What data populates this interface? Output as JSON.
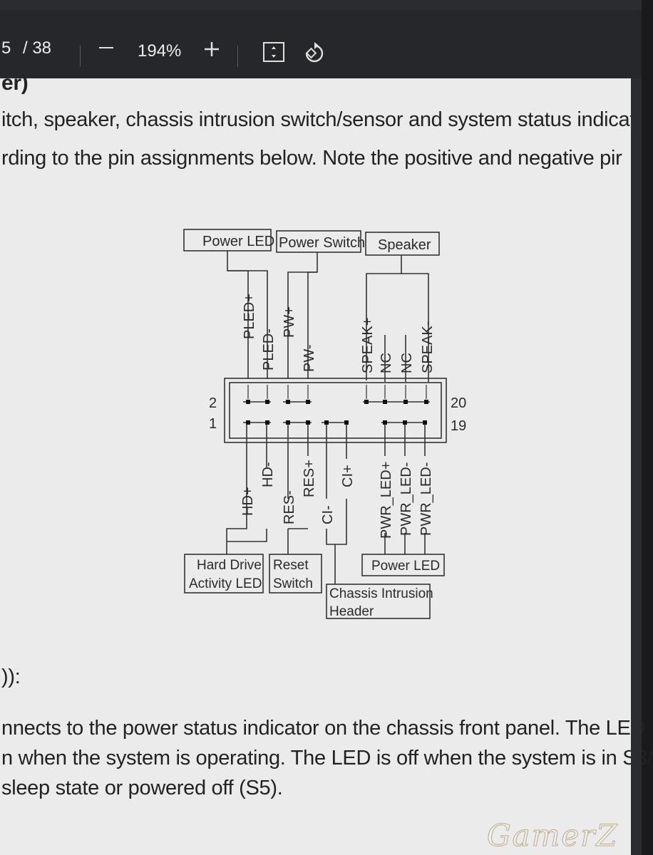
{
  "viewer": {
    "page_indicator": "5",
    "page_total": "/ 38",
    "zoom": "194%",
    "zoom_out_icon": "minus-icon",
    "zoom_in_icon": "plus-icon",
    "fit_icon": "fit-page-icon",
    "rotate_icon": "rotate-icon"
  },
  "document": {
    "heading_fragment": "er)",
    "intro_lines": [
      "itch, speaker, chassis intrusion switch/sensor and system status indicat",
      "rding to the pin assignments below. Note the positive and negative pir"
    ],
    "section_fragment": ")):",
    "body_lines": [
      "nnects to the power status indicator on the chassis front panel. The LED",
      "n when the system is operating. The LED is off when the system is in S3/",
      "sleep state or powered off (S5)."
    ]
  },
  "diagram": {
    "top_labels": [
      "Power LED",
      "Power Switch",
      "Speaker"
    ],
    "top_pins": [
      "PLED+",
      "PLED-",
      "PW+",
      "PW-",
      "SPEAK+",
      "NC",
      "NC",
      "SPEAK-"
    ],
    "bottom_pins": [
      "HD+",
      "HD-",
      "RES-",
      "RES+",
      "CI-",
      "CI+",
      "PWR_LED+",
      "PWR_LED-",
      "PWR_LED-"
    ],
    "bottom_labels": {
      "hdd_line1": "Hard Drive",
      "hdd_line2": "Activity LED",
      "reset_line1": "Reset",
      "reset_line2": "Switch",
      "chassis_line1": "Chassis Intrusion",
      "chassis_line2": "Header",
      "power_led": "Power LED"
    },
    "pin_numbers": {
      "left_top": "2",
      "left_bottom": "1",
      "right_top": "20",
      "right_bottom": "19"
    }
  },
  "watermark": "GamerZ"
}
